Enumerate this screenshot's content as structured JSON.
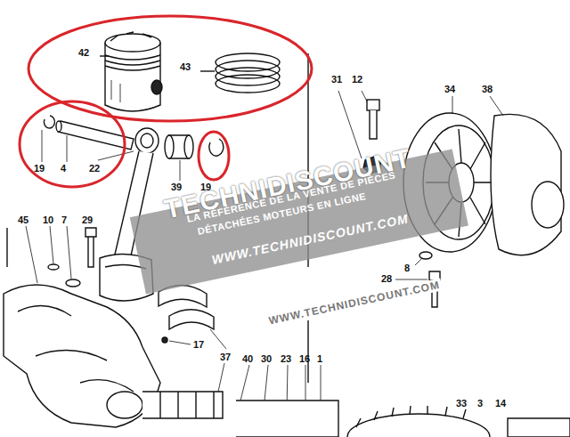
{
  "diagram": {
    "nodes": [
      {
        "text": [
          "42",
          "43"
        ]
      },
      {
        "text": [
          "19",
          "4",
          "22"
        ]
      },
      {
        "text": [
          "19"
        ]
      }
    ],
    "labels": [
      "31",
      "12",
      "34",
      "38",
      "39",
      "45",
      "10",
      "7",
      "29",
      "8",
      "28",
      "17",
      "37",
      "40",
      "30",
      "23",
      "16",
      "1",
      "33",
      "3",
      "14",
      "TECHNIDISCOUNT",
      "LA RÉFÉRENCE DE LA VENTE DE PIÈCES",
      "DÉTACHÉES MOTEURS EN LIGNE",
      "WWW.TECHNIDISCOUNT.COM",
      "WWW.TECHNIDISCOUNT.COM"
    ]
  }
}
